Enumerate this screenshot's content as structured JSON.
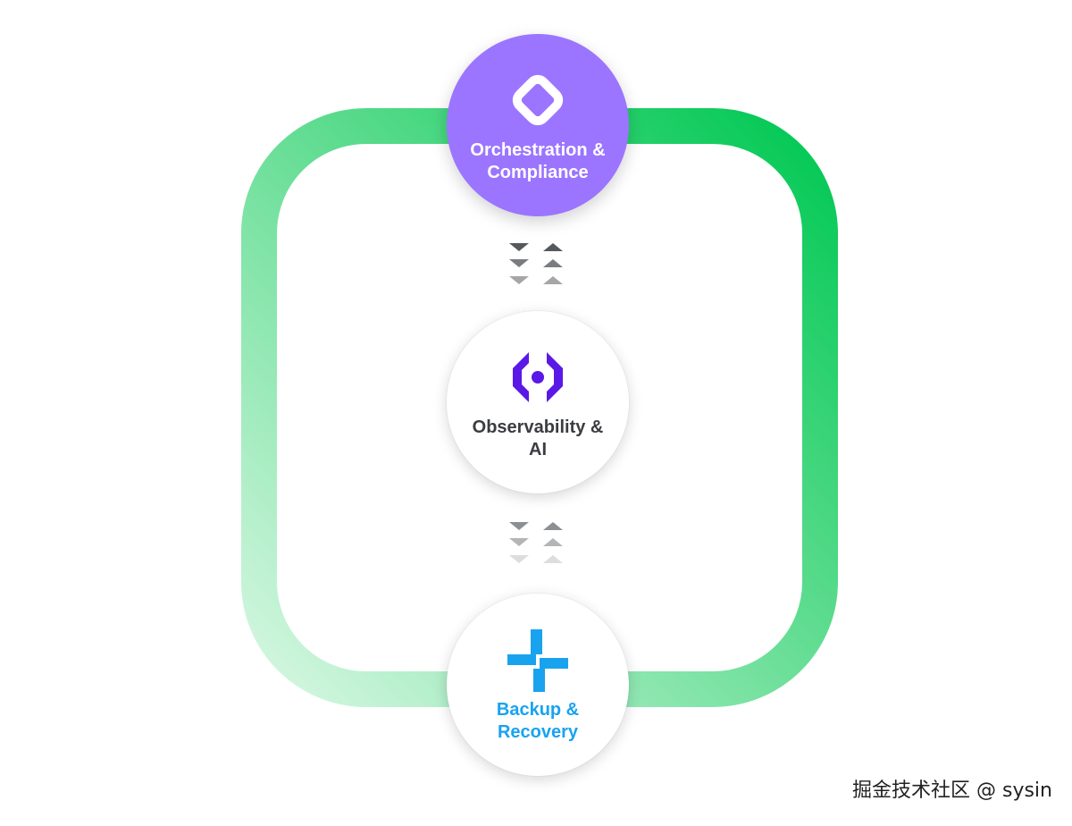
{
  "nodes": {
    "orchestration": {
      "label_line1": "Orchestration &",
      "label_line2": "Compliance",
      "icon": "rounded-diamond-icon",
      "color": "#9b75ff"
    },
    "observability": {
      "label_line1": "Observability &",
      "label_line2": "AI",
      "icon": "brackets-dot-icon",
      "color": "#5a19e6"
    },
    "backup": {
      "label_line1": "Backup &",
      "label_line2": "Recovery",
      "icon": "split-plus-icon",
      "color": "#19a3ef"
    }
  },
  "loop": {
    "color_start": "#d6f7e2",
    "color_end": "#00c853"
  },
  "connectors": [
    {
      "between": [
        "orchestration",
        "observability"
      ],
      "icon": "bidirectional-triangle-arrows-icon"
    },
    {
      "between": [
        "observability",
        "backup"
      ],
      "icon": "bidirectional-triangle-arrows-icon"
    }
  ],
  "watermark": "掘金技术社区 @ sysin"
}
